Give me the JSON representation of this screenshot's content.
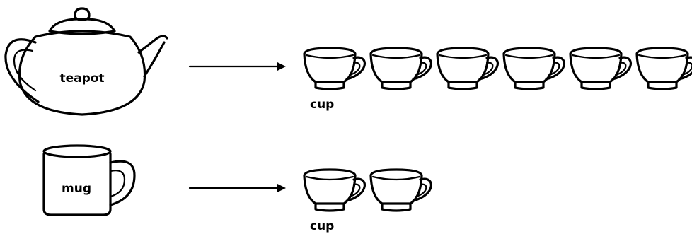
{
  "teapot": {
    "label": "teapot",
    "cup_count": 6,
    "cup_label": "cup"
  },
  "mug": {
    "label": "mug",
    "cup_count": 2,
    "cup_label": "cup"
  }
}
